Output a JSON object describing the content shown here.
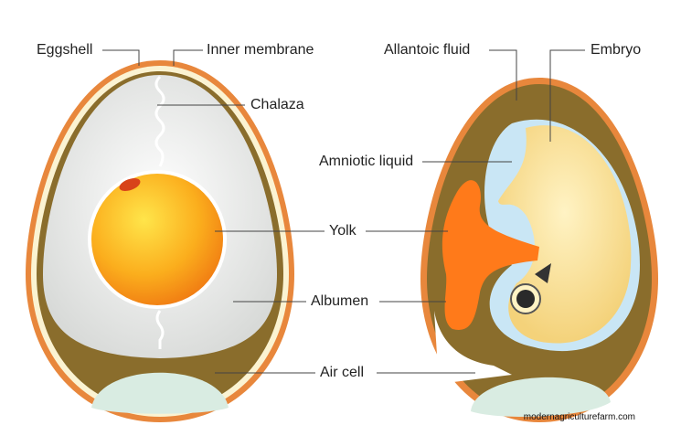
{
  "labels": {
    "eggshell": "Eggshell",
    "inner_membrane": "Inner membrane",
    "chalaza": "Chalaza",
    "yolk": "Yolk",
    "albumen": "Albumen",
    "air_cell": "Air cell",
    "allantoic_fluid": "Allantoic fluid",
    "embryo": "Embryo",
    "amniotic_liquid": "Amniotic liquid"
  },
  "watermark": "modernagriculturefarm.com",
  "colors": {
    "shell": "#e8873c",
    "yolk": "#f9a01b",
    "albumen": "#e4e6e4",
    "air_cell": "#d9ece2",
    "embryo": "#f8dd8a",
    "allantois": "#ff7a1a",
    "cavity": "#8a6d2c"
  }
}
